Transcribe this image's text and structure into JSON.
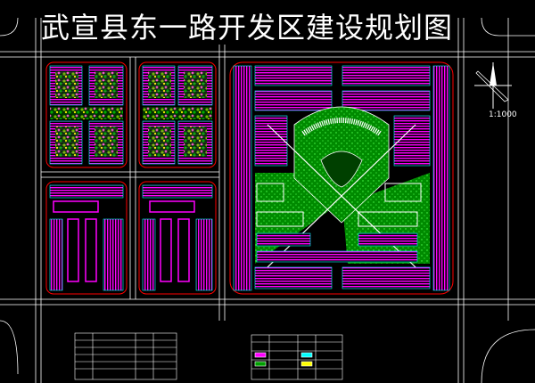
{
  "title": "武宣县东一路开发区建设规划图",
  "scale_label": "1:1000",
  "north_arrow": "north-arrow-icon",
  "legend_table_title": "图 例 表",
  "stats_table_title": "经济技术指标",
  "colors": {
    "background": "#000000",
    "road_line": "#ffffff",
    "block_outline": "#ff0000",
    "building_stripe": "#ff00ff",
    "building_outline": "#00ffff",
    "green": "#00a000",
    "title_text": "#ffffff"
  }
}
